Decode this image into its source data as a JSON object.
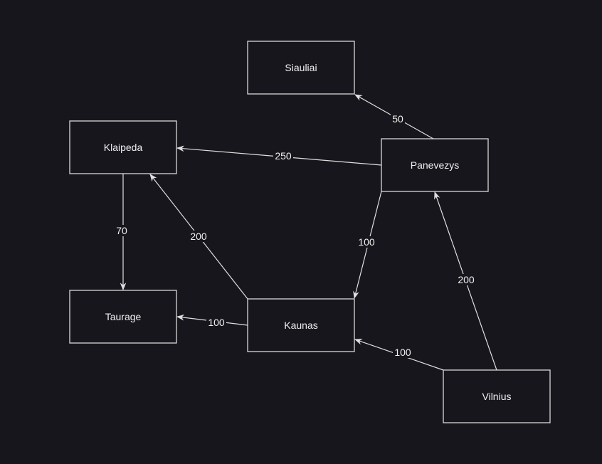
{
  "colors": {
    "background": "#18161d",
    "stroke": "#d8d8d8",
    "text": "#f0f0f0"
  },
  "nodes": [
    {
      "id": "siauliai",
      "label": "Siauliai"
    },
    {
      "id": "klaipeda",
      "label": "Klaipeda"
    },
    {
      "id": "panevezys",
      "label": "Panevezys"
    },
    {
      "id": "taurage",
      "label": "Taurage"
    },
    {
      "id": "kaunas",
      "label": "Kaunas"
    },
    {
      "id": "vilnius",
      "label": "Vilnius"
    }
  ],
  "edges": [
    {
      "from": "panevezys",
      "to": "siauliai",
      "label": "50"
    },
    {
      "from": "panevezys",
      "to": "klaipeda",
      "label": "250"
    },
    {
      "from": "klaipeda",
      "to": "taurage",
      "label": "70"
    },
    {
      "from": "kaunas",
      "to": "klaipeda",
      "label": "200"
    },
    {
      "from": "panevezys",
      "to": "kaunas",
      "label": "100"
    },
    {
      "from": "vilnius",
      "to": "panevezys",
      "label": "200"
    },
    {
      "from": "kaunas",
      "to": "taurage",
      "label": "100"
    },
    {
      "from": "vilnius",
      "to": "kaunas",
      "label": "100"
    }
  ]
}
